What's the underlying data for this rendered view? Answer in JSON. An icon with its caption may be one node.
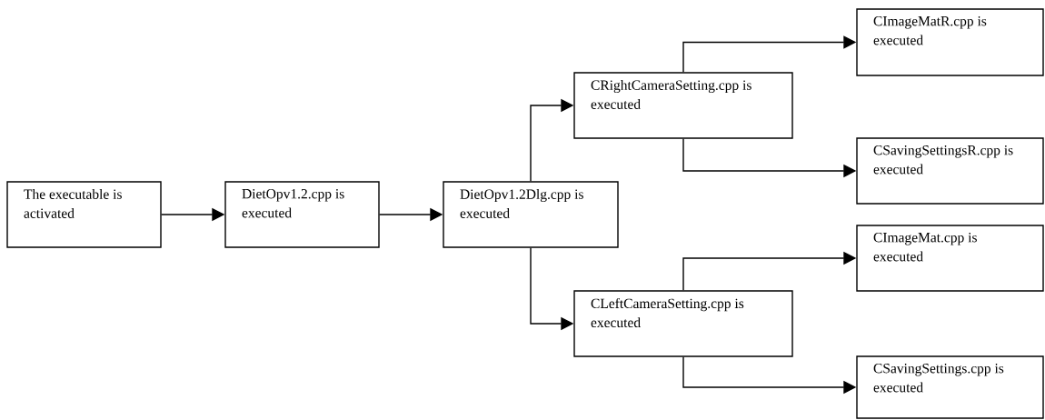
{
  "diagram": {
    "nodes": [
      {
        "text": [
          "The executable is activated"
        ]
      },
      {
        "text": [
          "DietOpv1.2.cpp is executed"
        ]
      },
      {
        "text": [
          "DietOpv1.2Dlg.cpp is executed"
        ]
      },
      {
        "text": [
          "CRightCameraSetting.cpp is executed"
        ]
      },
      {
        "text": [
          "CImageMatR.cpp is executed"
        ]
      },
      {
        "text": [
          "CSavingSettingsR.cpp is executed"
        ]
      },
      {
        "text": [
          "CLeftCameraSetting.cpp is executed"
        ]
      },
      {
        "text": [
          "CImageMat.cpp is executed"
        ]
      },
      {
        "text": [
          "CSavingSettings.cpp is executed"
        ]
      }
    ],
    "edges": [
      {
        "from": 0,
        "to": 1,
        "arrow": "to"
      },
      {
        "from": 1,
        "to": 2,
        "arrow": "to"
      },
      {
        "from": 2,
        "to": 3,
        "arrow": "to"
      },
      {
        "from": 2,
        "to": 6,
        "arrow": "to"
      },
      {
        "from": 3,
        "to": 4,
        "arrow": "to"
      },
      {
        "from": 3,
        "to": 5,
        "arrow": "to"
      },
      {
        "from": 6,
        "to": 7,
        "arrow": "to"
      },
      {
        "from": 6,
        "to": 8,
        "arrow": "to"
      }
    ]
  }
}
